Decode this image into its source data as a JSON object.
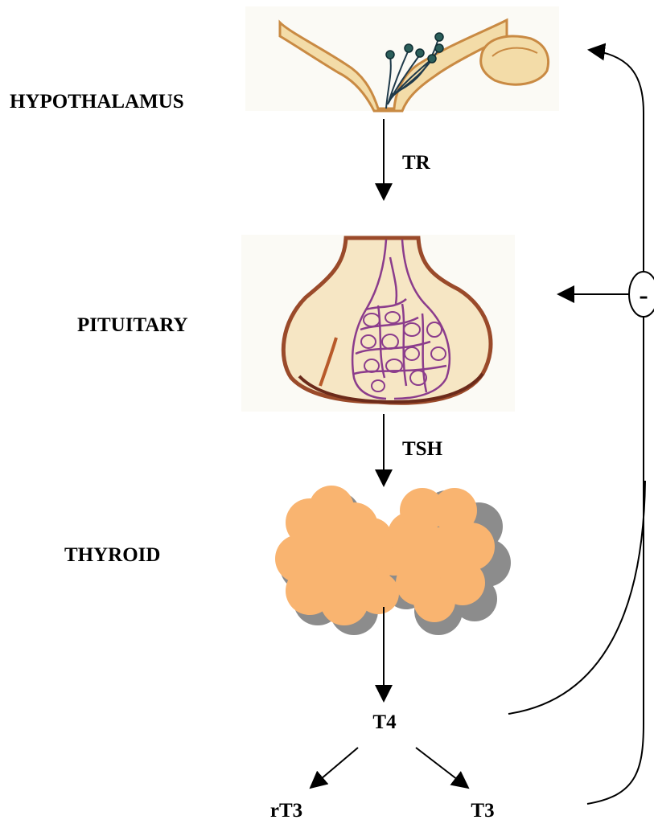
{
  "organs": {
    "hypothalamus": "HYPOTHALAMUS",
    "pituitary": "PITUITARY",
    "thyroid": "THYROID"
  },
  "hormones": {
    "tr": "TR",
    "tsh": "TSH",
    "t4": "T4",
    "rt3": "rT3",
    "t3": "T3"
  },
  "feedback": {
    "sign": "-"
  },
  "colors": {
    "background": "#ffffff",
    "lines": "#000000",
    "hypothalamus_fill": "#f3dca8",
    "hypothalamus_edge": "#c98a43",
    "pituitary_fill": "#f6e6c4",
    "pituitary_edge": "#9a4a2a",
    "pituitary_vessels": "#8b3c8c",
    "thyroid_fill": "#f9b470",
    "thyroid_shadow": "#8c8c8c"
  }
}
